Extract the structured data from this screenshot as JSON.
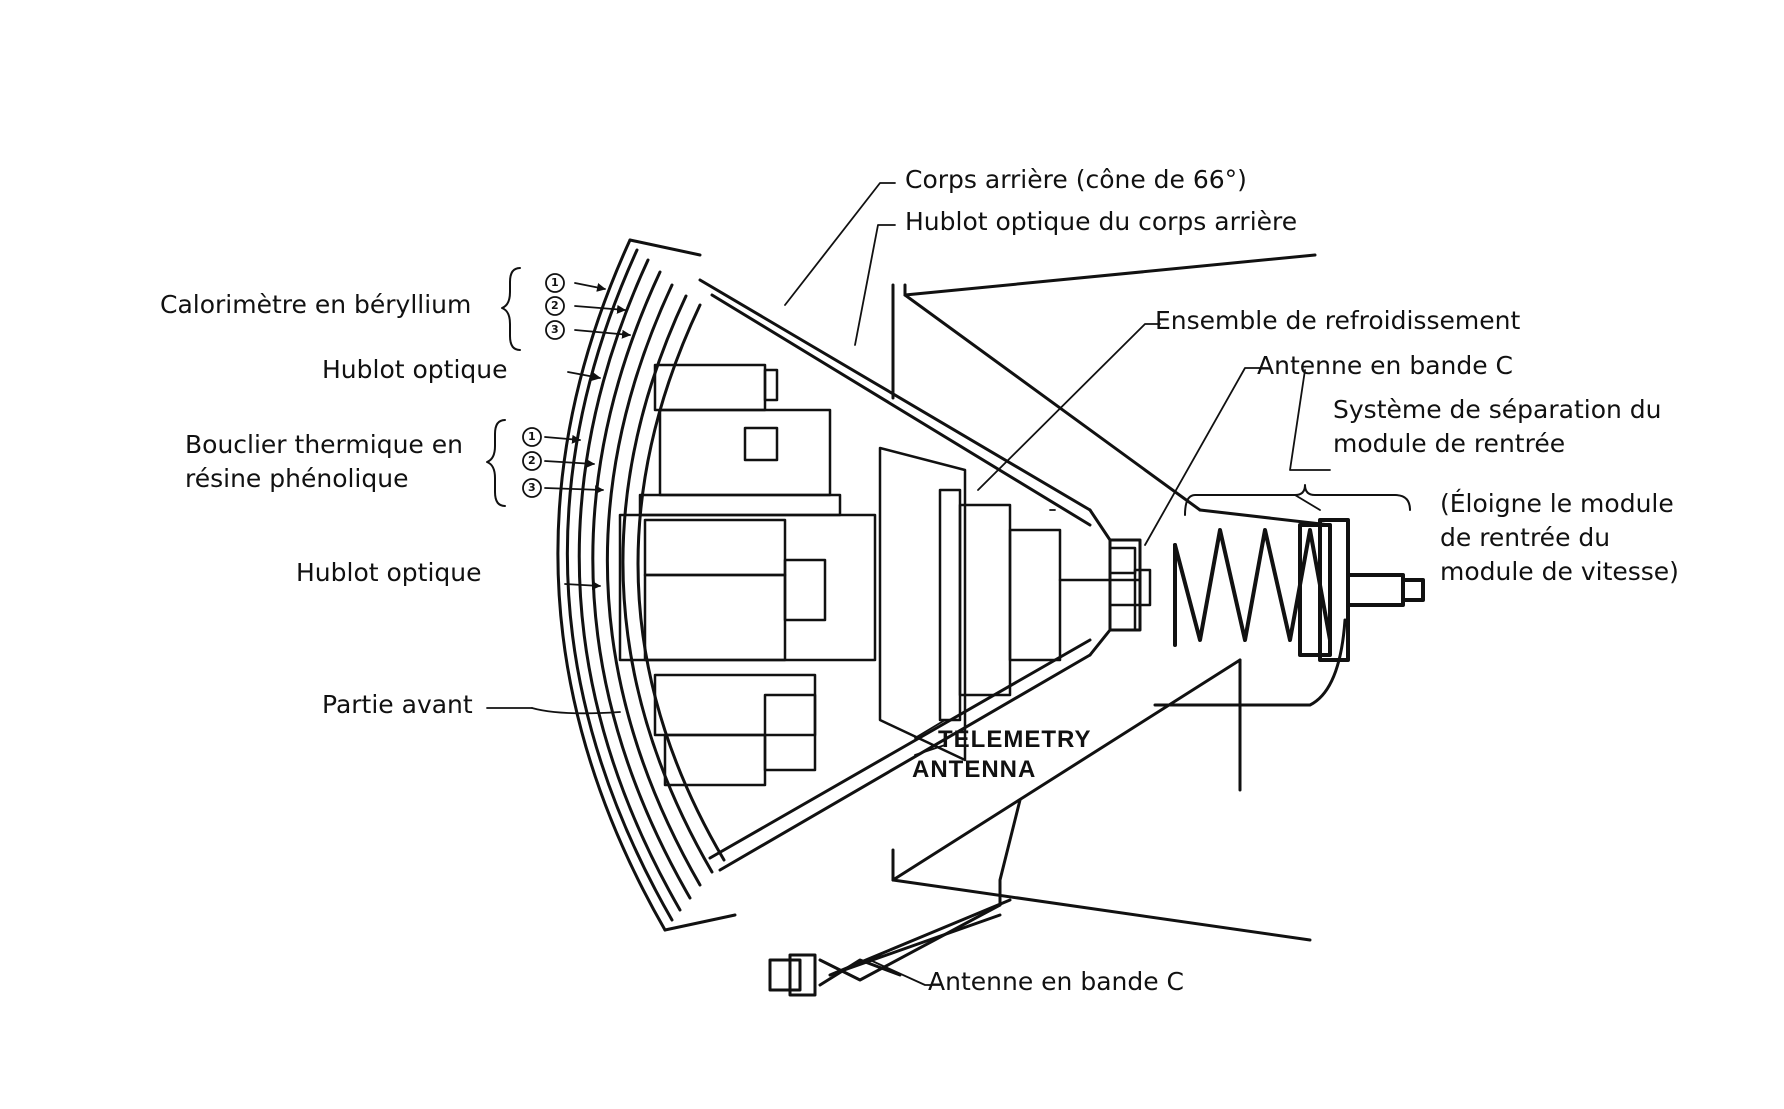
{
  "labels": {
    "corps_arriere": "Corps arrière (cône de 66°)",
    "hublot_corps_arriere": "Hublot optique du corps arrière",
    "calorimetre": "Calorimètre en béryllium",
    "hublot_optique_1": "Hublot optique",
    "bouclier": "Bouclier thermique en\nrésine phénolique",
    "hublot_optique_2": "Hublot optique",
    "partie_avant": "Partie avant",
    "refroidissement": "Ensemble de refroidissement",
    "antenne_c_1": "Antenne en bande C",
    "separation": "Système de séparation du\nmodule de rentrée",
    "eloigne": "(Éloigne le module\nde rentrée du\nmodule de vitesse)",
    "antenne_c_2": "Antenne en bande C",
    "telemetry_1": "TELEMETRY",
    "telemetry_2": "ANTENNA"
  },
  "layer_markers": [
    "1",
    "2",
    "3"
  ]
}
